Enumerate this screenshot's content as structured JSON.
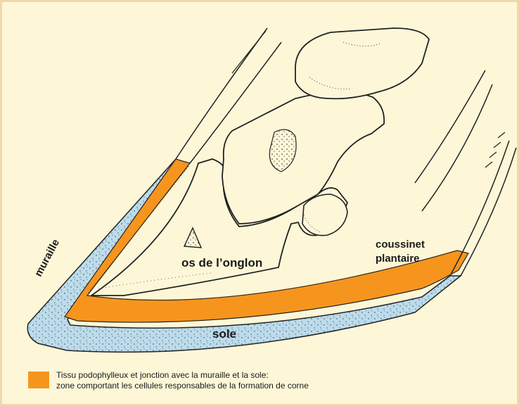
{
  "labels": {
    "bone": "os de l’onglon",
    "cushion_line1": "coussinet",
    "cushion_line2": "plantaire",
    "sole": "sole",
    "wall": "muraille"
  },
  "legend": {
    "line1": "Tissu podophylleux et jonction avec la muraille et la sole:",
    "line2": "zone comportant les cellules responsables de la formation de corne"
  },
  "colors": {
    "background": "#fdf7d8",
    "horn": "#bcdcec",
    "podophyllous": "#f6951e",
    "ink": "#1a1a1a"
  }
}
